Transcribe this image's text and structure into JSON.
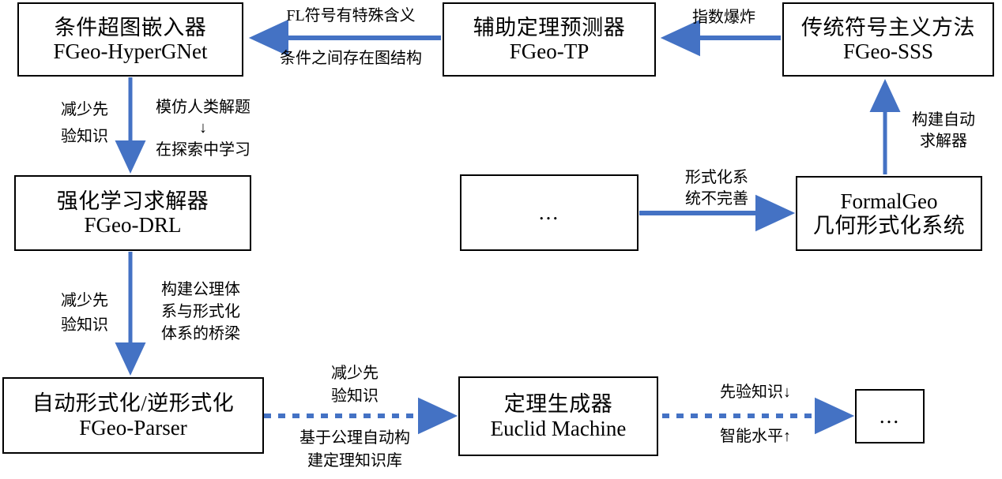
{
  "diagram": {
    "title": "FormalGeo Ecosystem Relationship Diagram",
    "accent_color": "#4472C4",
    "box_border_color": "#000000",
    "background_color": "#FFFFFF"
  },
  "nodes": [
    {
      "id": "hypergnet",
      "cn": "条件超图嵌入器",
      "en": "FGeo-HyperGNet"
    },
    {
      "id": "tp",
      "cn": "辅助定理预测器",
      "en": "FGeo-TP"
    },
    {
      "id": "sss",
      "cn": "传统符号主义方法",
      "en": "FGeo-SSS"
    },
    {
      "id": "drl",
      "cn": "强化学习求解器",
      "en": "FGeo-DRL"
    },
    {
      "id": "ellipsis_mid",
      "cn": "",
      "en": "",
      "dots": "..."
    },
    {
      "id": "formalgeo",
      "cn": "几何形式化系统",
      "en": "FormalGeo"
    },
    {
      "id": "parser",
      "cn": "自动形式化/逆形式化",
      "en": "FGeo-Parser"
    },
    {
      "id": "euclid",
      "cn": "定理生成器",
      "en": "Euclid Machine"
    },
    {
      "id": "ellipsis_end",
      "cn": "",
      "en": "",
      "dots": "..."
    }
  ],
  "edge_labels": {
    "sss_to_tp": "指数爆炸",
    "tp_to_hypergnet_top": "FL符号有特殊含义",
    "tp_to_hypergnet_bottom": "条件之间存在图结构",
    "hypergnet_to_drl_left_l1": "减少先",
    "hypergnet_to_drl_left_l2": "验知识",
    "hypergnet_to_drl_right_l1": "模仿人类解题",
    "hypergnet_to_drl_right_arrow": "↓",
    "hypergnet_to_drl_right_l2": "在探索中学习",
    "formalgeo_to_sss_l1": "构建自动",
    "formalgeo_to_sss_l2": "求解器",
    "ellipsis_to_formalgeo_l1": "形式化系",
    "ellipsis_to_formalgeo_l2": "统不完善",
    "drl_to_parser_left_l1": "减少先",
    "drl_to_parser_left_l2": "验知识",
    "drl_to_parser_right_l1": "构建公理体",
    "drl_to_parser_right_l2": "系与形式化",
    "drl_to_parser_right_l3": "体系的桥梁",
    "parser_to_euclid_top_l1": "减少先",
    "parser_to_euclid_top_l2": "验知识",
    "parser_to_euclid_bottom_l1": "基于公理自动构",
    "parser_to_euclid_bottom_l2": "建定理知识库",
    "euclid_to_end_top": "先验知识↓",
    "euclid_to_end_bottom": "智能水平↑"
  }
}
